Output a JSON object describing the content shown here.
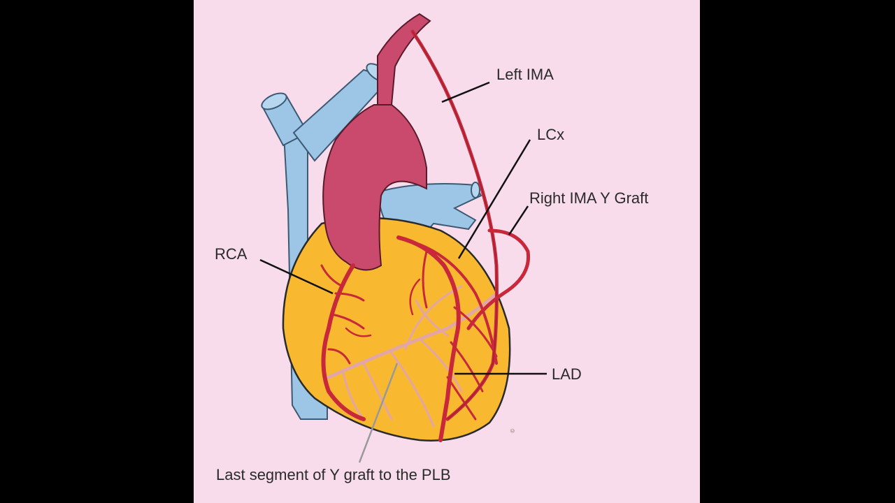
{
  "labels": {
    "left_ima": "Left IMA",
    "lcx": "LCx",
    "right_ima_y_graft": "Right IMA Y Graft",
    "rca": "RCA",
    "lad": "LAD",
    "last_segment": "Last segment of Y graft to the PLB"
  },
  "colors": {
    "background": "#f8dcec",
    "heart": "#f8b930",
    "aorta": "#c94a6c",
    "vessels_blue": "#9cc5e6",
    "artery": "#c8283a",
    "posterior_vessel": "#e3a6a6",
    "leader_line": "#111111"
  }
}
